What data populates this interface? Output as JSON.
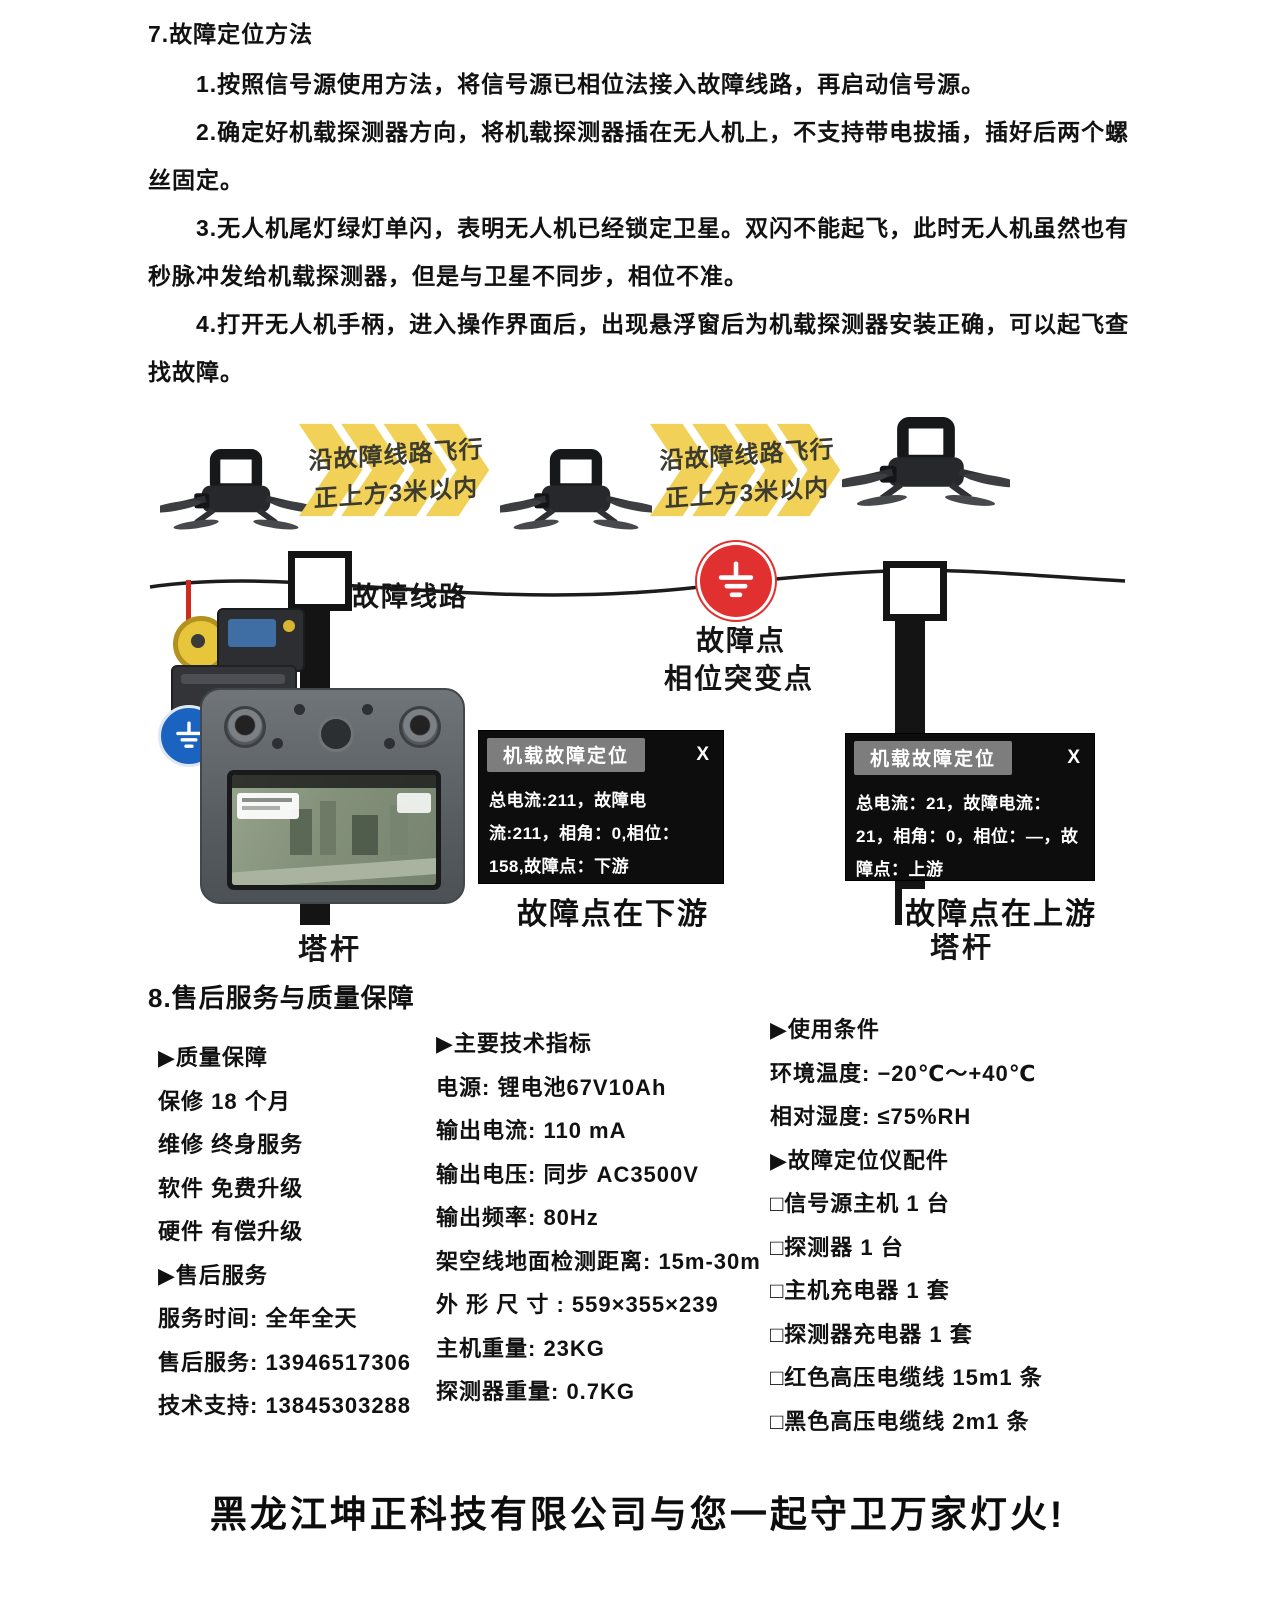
{
  "section7": {
    "title": "7.故障定位方法",
    "paragraphs": [
      "1.按照信号源使用方法，将信号源已相位法接入故障线路，再启动信号源。",
      "2.确定好机载探测器方向，将机载探测器插在无人机上，不支持带电拔插，插好后两个螺丝固定。",
      "3.无人机尾灯绿灯单闪，表明无人机已经锁定卫星。双闪不能起飞，此时无人机虽然也有秒脉冲发给机载探测器，但是与卫星不同步，相位不准。",
      "4.打开无人机手柄，进入操作界面后，出现悬浮窗后为机载探测器安装正确，可以起飞查找故障。"
    ]
  },
  "diagram": {
    "arrows": [
      {
        "line1": "沿故障线路飞行",
        "line2": "正上方3米以内"
      },
      {
        "line1": "沿故障线路飞行",
        "line2": "正上方3米以内"
      }
    ],
    "fault_line_label": "故障线路",
    "fault_point_label": "故障点",
    "phase_mutation_label": "相位突变点",
    "tower_labels": [
      "塔杆",
      "塔杆"
    ],
    "panels": [
      {
        "title": "机载故障定位",
        "close": "X",
        "body": "总电流:211，故障电流:211，相角：0,相位：158,故障点：下游",
        "caption": "故障点在下游"
      },
      {
        "title": "机载故障定位",
        "close": "X",
        "body": "总电流：21，故障电流：21，相角：0，相位：—，故障点：上游",
        "caption": "故障点在上游"
      }
    ],
    "colors": {
      "fault_point_red": "#e03030",
      "arrow_yellow": "#f1d158",
      "badge_blue": "#1b63c0"
    }
  },
  "section8": {
    "title": "8.售后服务与质量保障",
    "col1": {
      "heading1": "▶质量保障",
      "items1": [
        "保修 18 个月",
        "维修 终身服务",
        "软件 免费升级",
        "硬件 有偿升级"
      ],
      "heading2": "▶售后服务",
      "items2": [
        "服务时间: 全年全天",
        "售后服务: 13946517306",
        "技术支持: 13845303288"
      ]
    },
    "col2": {
      "heading": "▶主要技术指标",
      "items": [
        "电源: 锂电池67V10Ah",
        "输出电流: 110 mA",
        "输出电压:  同步 AC3500V",
        "输出频率: 80Hz",
        "架空线地面检测距离: 15m-30m",
        "外 形 尺 寸 : 559×355×239",
        "主机重量: 23KG",
        "探测器重量: 0.7KG"
      ]
    },
    "col3": {
      "heading1": "▶使用条件",
      "items1": [
        "环境温度:  −20℃～+40℃",
        "相对湿度:  ≤75%RH"
      ],
      "heading2": "▶故障定位仪配件",
      "items2": [
        "□信号源主机 1 台",
        "□探测器 1 台",
        "□主机充电器 1 套",
        "□探测器充电器 1 套",
        "□红色高压电缆线 15m1 条",
        "□黑色高压电缆线  2m1 条"
      ]
    }
  },
  "footer": "黑龙江坤正科技有限公司与您一起守卫万家灯火!"
}
